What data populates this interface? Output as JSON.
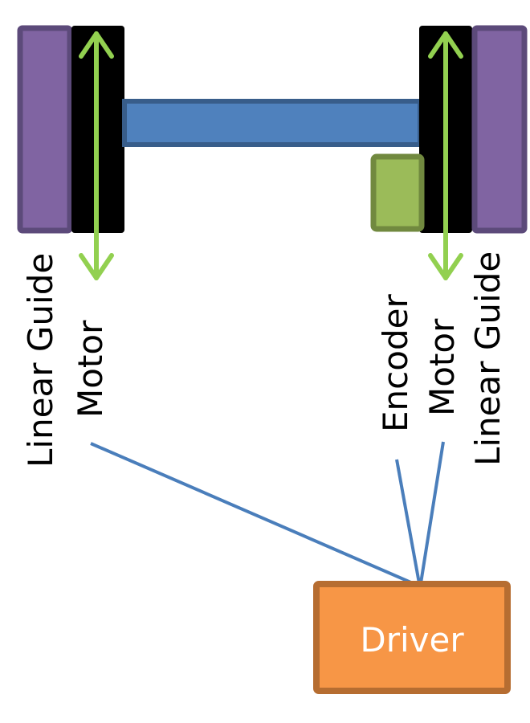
{
  "labels": {
    "left_guide": "Linear Guide",
    "left_motor": "Motor",
    "right_encoder": "Encoder",
    "right_motor": "Motor",
    "right_guide": "Linear Guide",
    "driver": "Driver"
  },
  "colors": {
    "guide_fill": "#8064a2",
    "guide_stroke": "#5c4a7a",
    "motor_fill": "#000000",
    "shaft_fill": "#4f81bd",
    "shaft_stroke": "#385d8a",
    "encoder_fill": "#9bbb59",
    "encoder_stroke": "#71893f",
    "arrow": "#92d050",
    "wire": "#4a7ebb",
    "driver_fill": "#f79646",
    "driver_stroke": "#b66d31",
    "driver_text": "#ffffff"
  }
}
